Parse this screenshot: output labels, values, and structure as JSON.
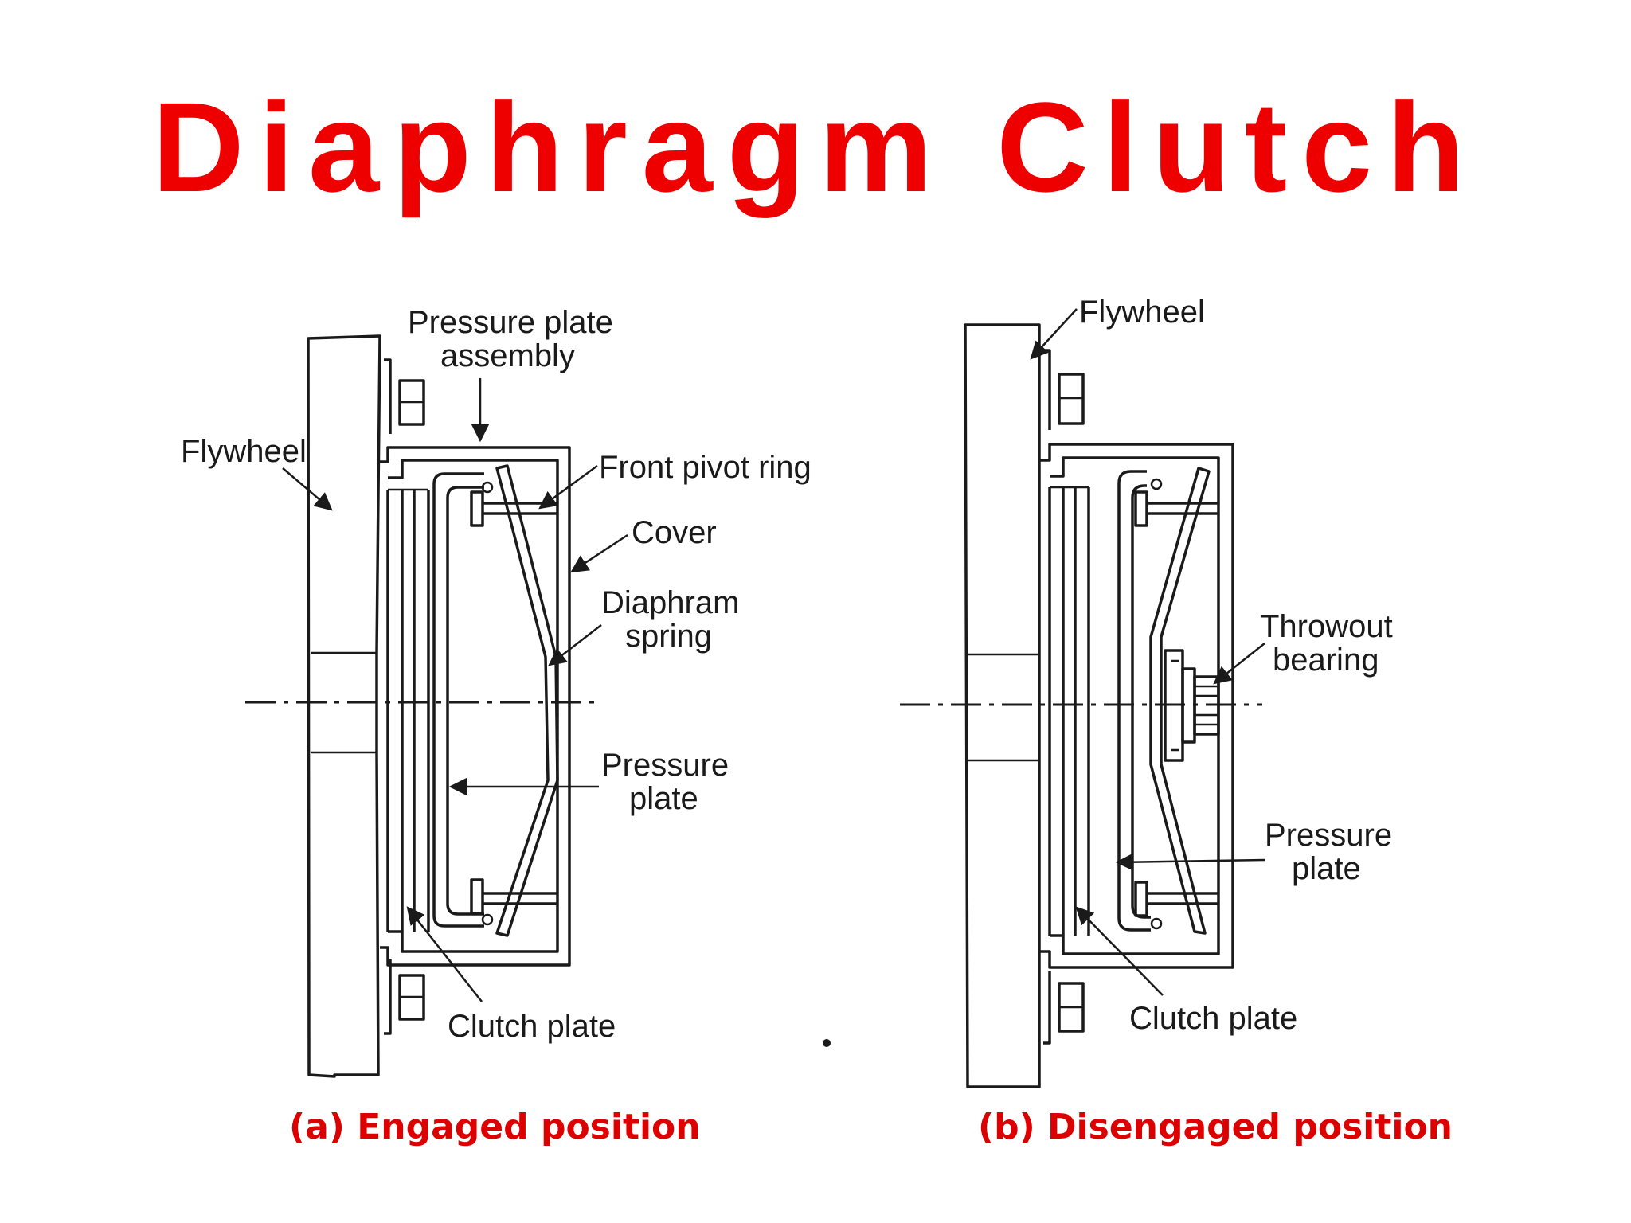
{
  "title": "Diaphragm Clutch",
  "colors": {
    "title": "#ee0000",
    "caption": "#dd0000",
    "ink": "#1a1a1a",
    "background": "#ffffff"
  },
  "engaged": {
    "caption": "(a) Engaged position",
    "labels": {
      "pressure_plate_assembly_line1": "Pressure plate",
      "pressure_plate_assembly_line2": "assembly",
      "flywheel": "Flywheel",
      "front_pivot_ring": "Front pivot ring",
      "cover": "Cover",
      "diaphragm_spring_line1": "Diaphram",
      "diaphragm_spring_line2": "spring",
      "pressure_plate_line1": "Pressure",
      "pressure_plate_line2": "plate",
      "clutch_plate": "Clutch plate"
    }
  },
  "disengaged": {
    "caption": "(b) Disengaged position",
    "labels": {
      "flywheel": "Flywheel",
      "throwout_bearing_line1": "Throwout",
      "throwout_bearing_line2": "bearing",
      "pressure_plate_line1": "Pressure",
      "pressure_plate_line2": "plate",
      "clutch_plate": "Clutch plate"
    }
  }
}
